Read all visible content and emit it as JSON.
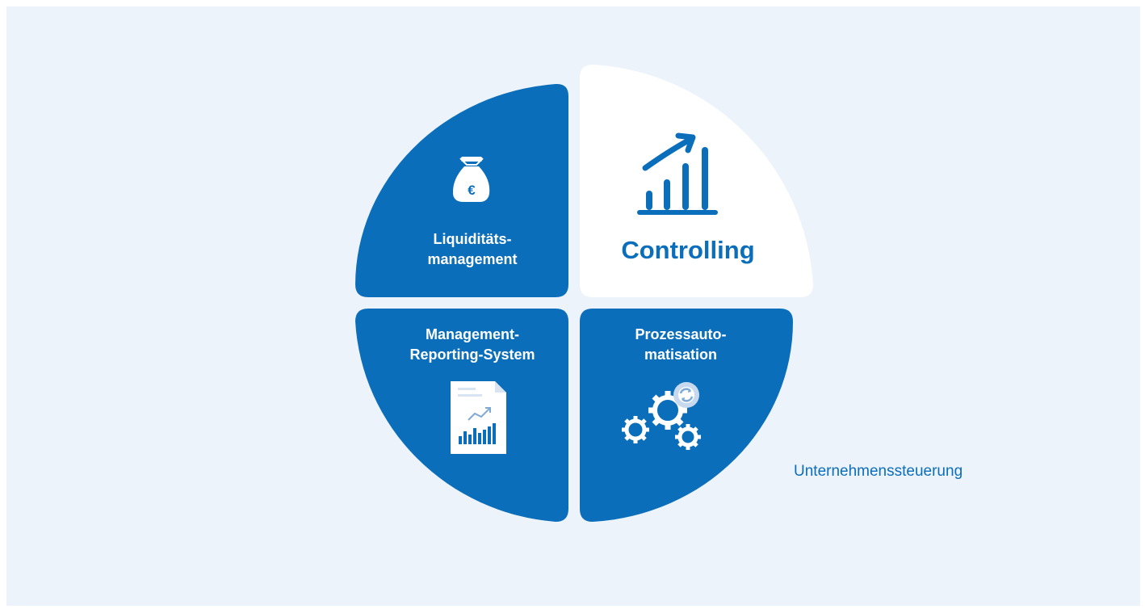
{
  "quadrants": {
    "top_left": {
      "icon": "money-bag-euro-icon",
      "line1": "Liquiditäts-",
      "line2": "management",
      "icon_symbol": "€"
    },
    "top_right": {
      "icon": "bar-chart-growth-icon",
      "title": "Controlling"
    },
    "bottom_left": {
      "icon": "report-document-chart-icon",
      "line1": "Management-",
      "line2": "Reporting-System"
    },
    "bottom_right": {
      "icon": "gears-automation-icon",
      "line1": "Prozessauto-",
      "line2": "matisation"
    }
  },
  "caption": "Unternehmenssteuerung",
  "colors": {
    "primary": "#0b6ebb",
    "background": "#edf3fa",
    "highlight": "#ffffff"
  }
}
